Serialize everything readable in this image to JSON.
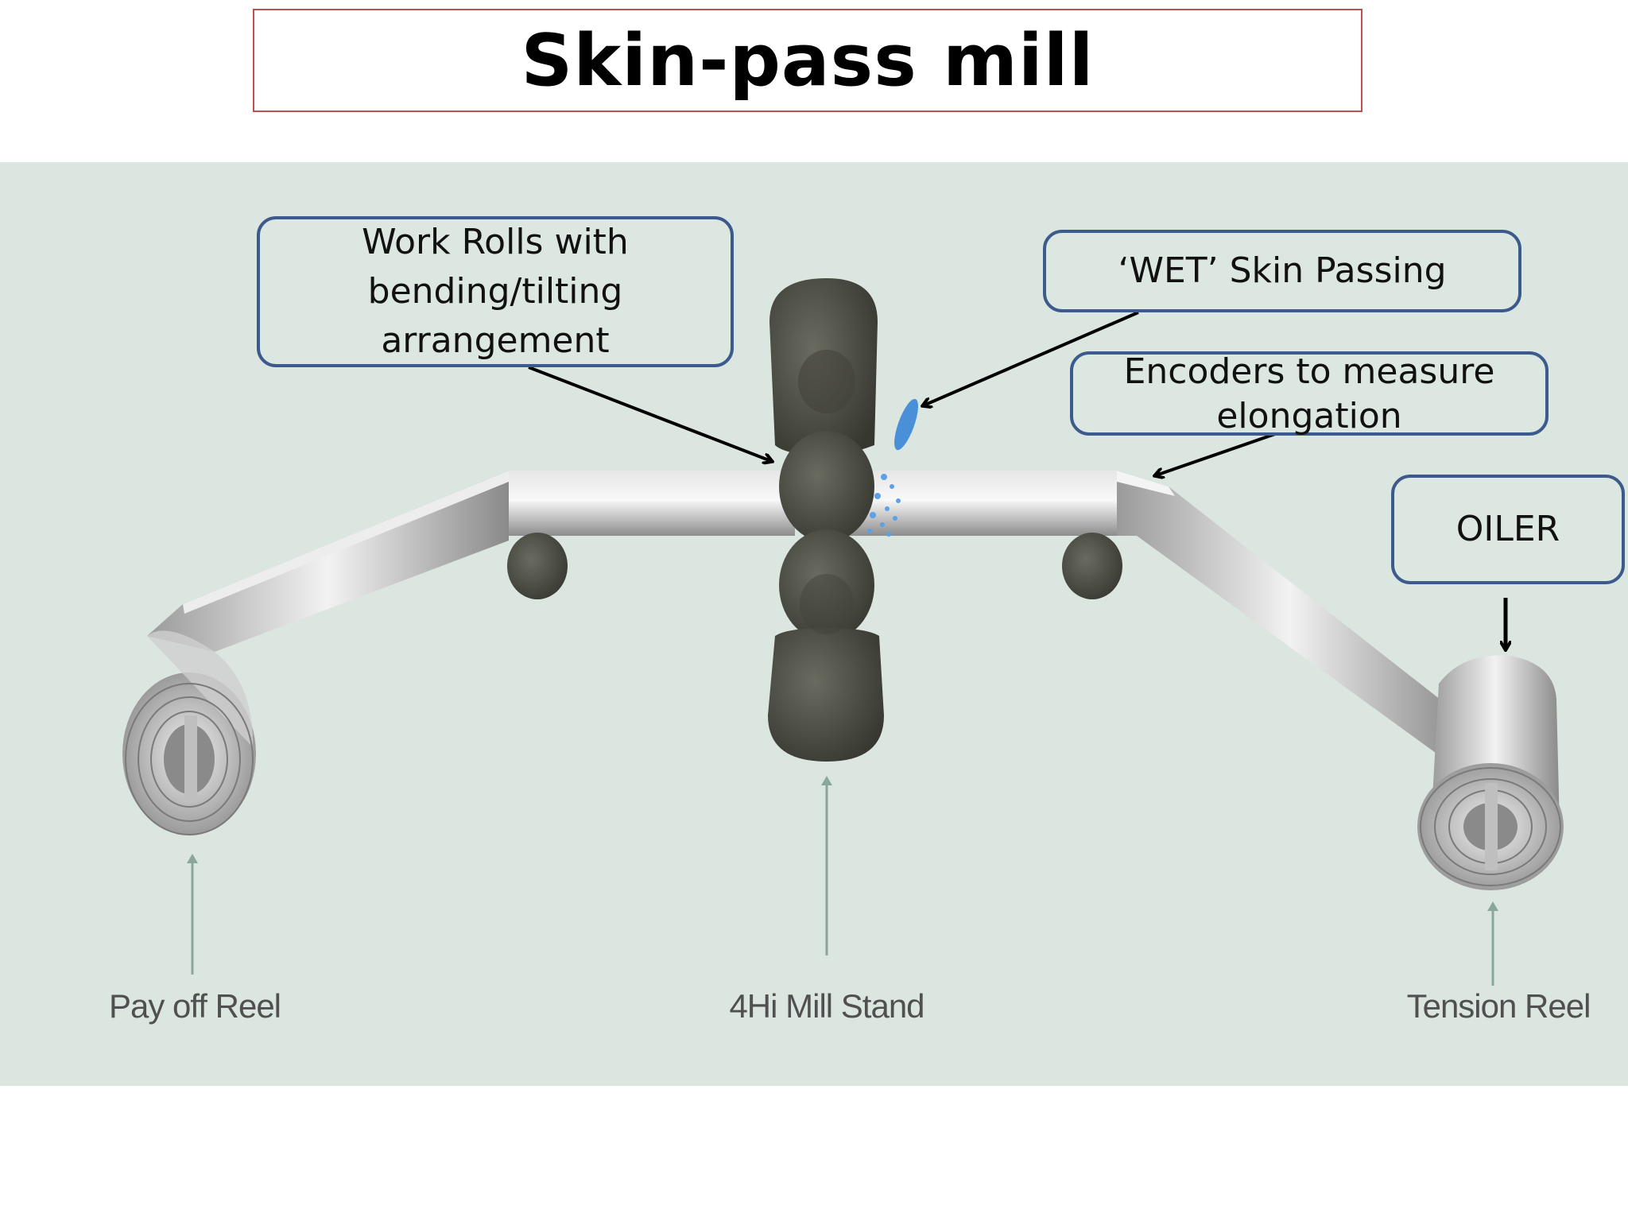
{
  "title": "Skin-pass mill",
  "callouts": {
    "work_rolls": "Work Rolls with bending/tilting arrangement",
    "wet_skin": "‘WET’ Skin Passing",
    "encoders": "Encoders to measure elongation",
    "oiler": "OILER"
  },
  "stage_labels": {
    "payoff": "Pay off Reel",
    "mill": "4Hi Mill Stand",
    "tension": "Tension Reel"
  },
  "colors": {
    "title_border": "#c0504d",
    "callout_border": "#3d5a8c",
    "background": "#dce6e0",
    "rolls": "#4e4f46",
    "strip": "#b8b8b8",
    "spray": "#4a90d9"
  }
}
